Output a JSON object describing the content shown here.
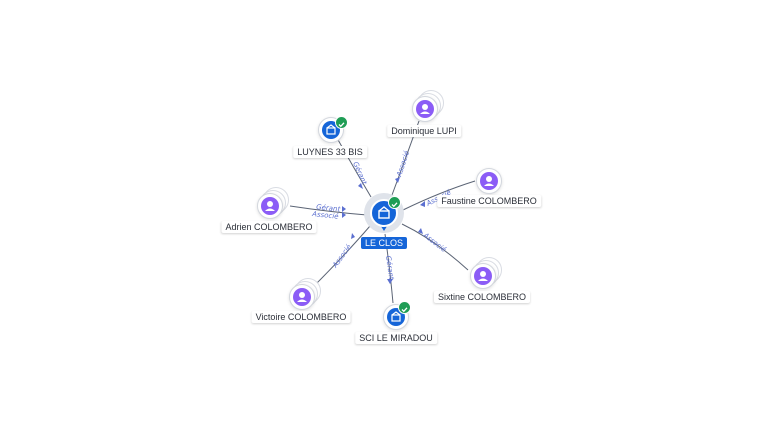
{
  "center": {
    "name": "LE CLOS",
    "type": "company",
    "verified": true,
    "icon": "building-icon",
    "color": "#1565d8"
  },
  "nodes": [
    {
      "id": "luynes",
      "name": "LUYNES 33 BIS",
      "type": "company",
      "verified": true,
      "icon": "building-icon",
      "relations": [
        "Gérant"
      ]
    },
    {
      "id": "dominique",
      "name": "Dominique LUPI",
      "type": "person",
      "icon": "person-icon",
      "relations": [
        "Associé"
      ]
    },
    {
      "id": "faustine",
      "name": "Faustine COLOMBERO",
      "type": "person",
      "icon": "person-icon",
      "relations": [
        "Associé"
      ]
    },
    {
      "id": "adrien",
      "name": "Adrien COLOMBERO",
      "type": "person",
      "icon": "person-icon",
      "relations": [
        "Gérant",
        "Associé"
      ]
    },
    {
      "id": "sixtine",
      "name": "Sixtine COLOMBERO",
      "type": "person",
      "icon": "person-icon",
      "relations": [
        "Associé"
      ]
    },
    {
      "id": "victoire",
      "name": "Victoire COLOMBERO",
      "type": "person",
      "icon": "person-icon",
      "relations": [
        "Associé"
      ]
    },
    {
      "id": "miradou",
      "name": "SCI LE MIRADOU",
      "type": "company",
      "verified": true,
      "icon": "building-icon",
      "relations": [
        "Gérant"
      ]
    }
  ],
  "colors": {
    "person": "#8b5cf6",
    "company": "#1565d8",
    "verified": "#1f9d55",
    "edge_label": "#5b6fd0"
  }
}
